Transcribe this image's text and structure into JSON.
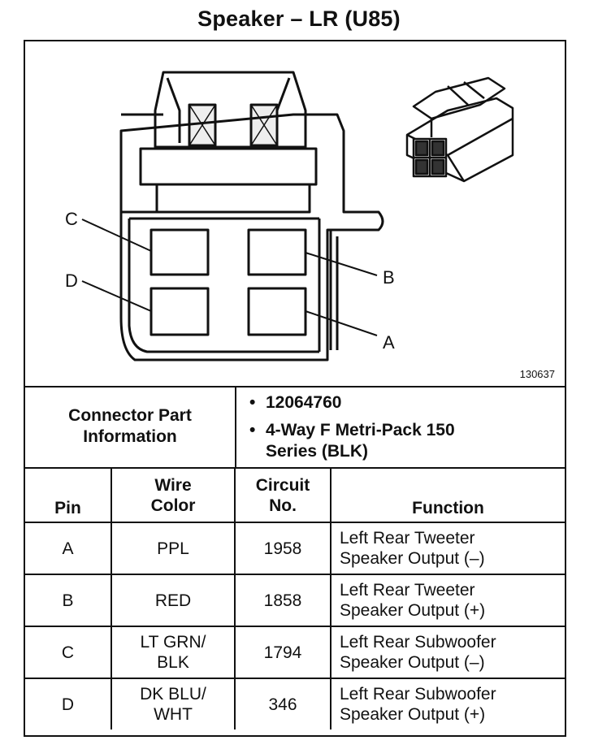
{
  "title": "Speaker – LR (U85)",
  "diagram": {
    "pin_labels": [
      "C",
      "D",
      "B",
      "A"
    ],
    "reference_number": "130637"
  },
  "connector_info": {
    "label": "Connector Part Information",
    "items": [
      "12064760",
      "4-Way F Metri-Pack 150 Series (BLK)"
    ]
  },
  "table": {
    "headers": {
      "pin": "Pin",
      "wire_color": "Wire\nColor",
      "circuit": "Circuit\nNo.",
      "function": "Function"
    },
    "rows": [
      {
        "pin": "A",
        "wire_color": "PPL",
        "circuit": "1958",
        "function": "Left Rear Tweeter\nSpeaker Output (–)"
      },
      {
        "pin": "B",
        "wire_color": "RED",
        "circuit": "1858",
        "function": "Left Rear Tweeter\nSpeaker Output (+)"
      },
      {
        "pin": "C",
        "wire_color": "LT GRN/\nBLK",
        "circuit": "1794",
        "function": "Left Rear Subwoofer\nSpeaker Output (–)"
      },
      {
        "pin": "D",
        "wire_color": "DK BLU/\nWHT",
        "circuit": "346",
        "function": "Left Rear Subwoofer\nSpeaker Output (+)"
      }
    ]
  }
}
